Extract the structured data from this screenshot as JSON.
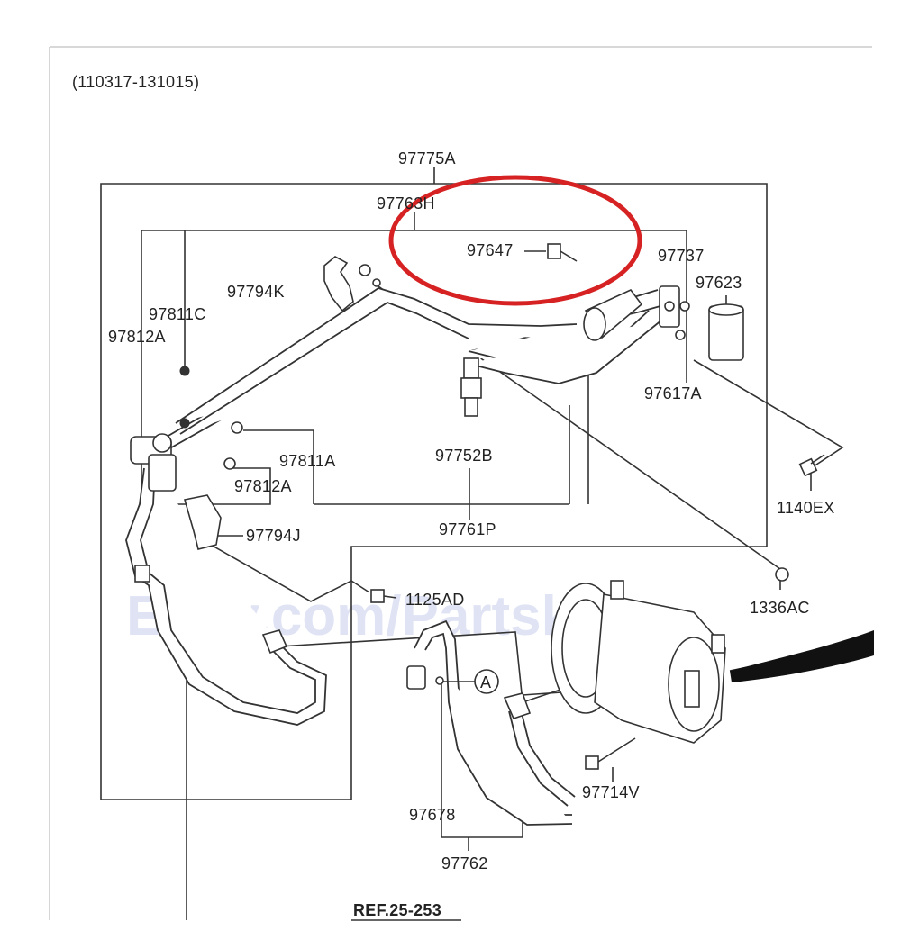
{
  "diagram": {
    "date_range": "(110317-131015)",
    "reference": "REF.25-253",
    "watermark": "Ebay.com/Partskor",
    "highlight_color": "#d62222",
    "callout_symbol": "A",
    "part_labels": {
      "p97775A": "97775A",
      "p97763H": "97763H",
      "p97647": "97647",
      "p97737": "97737",
      "p97623": "97623",
      "p97794K": "97794K",
      "p97811C": "97811C",
      "p97812A_top": "97812A",
      "p97617A": "97617A",
      "p97752B": "97752B",
      "p97811A": "97811A",
      "p97812A_bottom": "97812A",
      "p1140EX": "1140EX",
      "p97761P": "97761P",
      "p97794J": "97794J",
      "p1125AD": "1125AD",
      "p1336AC": "1336AC",
      "p97714V": "97714V",
      "p97678": "97678",
      "p97762": "97762"
    }
  }
}
